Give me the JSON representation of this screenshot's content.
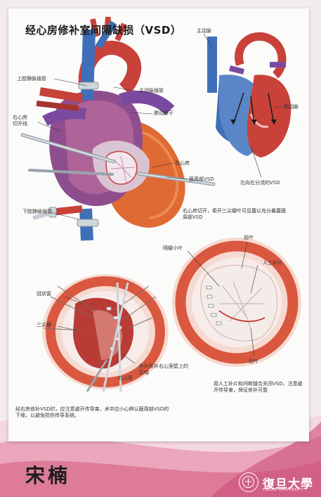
{
  "title": "经心房修补室间隔缺损（VSD）",
  "labels": {
    "svc": "上腔静脉插管",
    "aorta_cannula": "主动脉插管",
    "pa": "肺动脉干",
    "ra_left_a": "右心房",
    "ra_left_b": "切开线",
    "ra_incision": "右心房",
    "vsd_arrow": "膜周部VSD",
    "ivc": "下腔静脉插管",
    "aorta_small": "主动脉",
    "pa_small": "肺动脉",
    "shunt_vsd": "左向右分流的VSD",
    "approach_note": "右心房切开，牵开三尖瓣叶可显露以充分暴露膜周部VSD",
    "septal_leaflet": "隔瓣小叶",
    "anterior_leaflet": "前叶",
    "patch": "人工补片",
    "coronary_sinus": "冠状窦",
    "tricuspid_valve": "三尖瓣",
    "ra_bottom": "右心室",
    "conduction_note": "补片修补右心室壁上的区域",
    "posterior_leaflet": "后叶",
    "suture_note": "用人工补片和间断缝合关闭VSD，注意避开传导束，保证修补可靠",
    "closing_note": "经右房修补VSD时，应注意避开传导束，术中应小心辨认膜周部VSD的下缘，以避免损伤传导系统。"
  },
  "author": "宋楠",
  "logo": {
    "name": "復旦大學",
    "sub": "FUDAN UNIVERSITY",
    "seal_icon": "fudan-seal-icon"
  },
  "colors": {
    "heart_red": "#c8423a",
    "vein_blue": "#3f6fb8",
    "muscle_orange": "#e06a34",
    "valve_ring": "#d9583f",
    "pink_ribbon": "#e58aa6"
  }
}
